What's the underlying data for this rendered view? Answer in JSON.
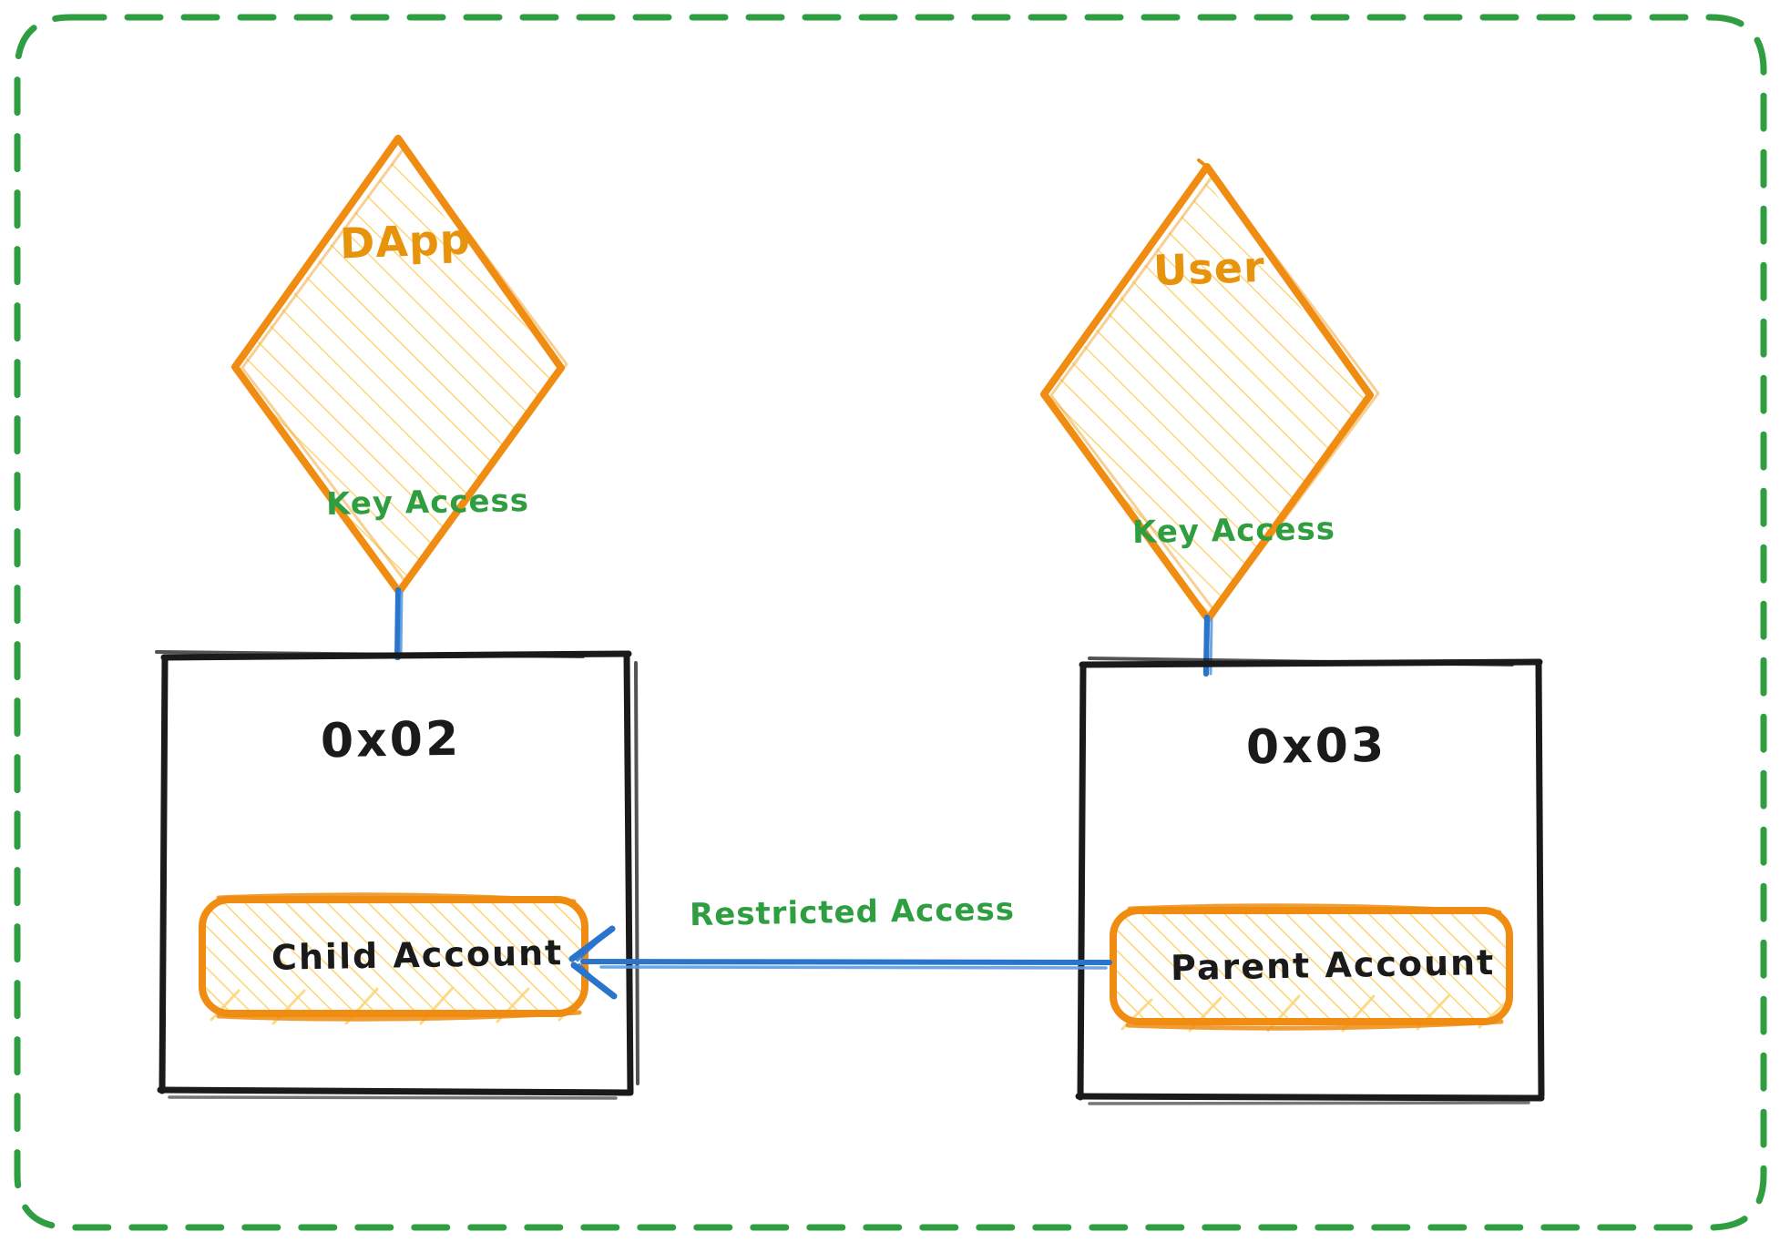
{
  "diagram": {
    "title": "Child Account Restricted Access Diagram",
    "type": "flowchart",
    "background": "#ffffff",
    "boundary": {
      "name": "outer-dashed-boundary",
      "style": "dashed rounded rectangle",
      "color": "#2f9e41"
    },
    "colors": {
      "orange_stroke": "#ef8c11",
      "orange_text": "#e8930c",
      "yellow_hatch": "#fcd77a",
      "green": "#2f9e41",
      "blue": "#2a74cc",
      "black": "#1a1a1a"
    },
    "nodes": [
      {
        "id": "dapp",
        "label": "DApp",
        "shape": "diamond",
        "fill": "hatch-yellow",
        "stroke": "orange"
      },
      {
        "id": "user",
        "label": "User",
        "shape": "diamond",
        "fill": "hatch-yellow",
        "stroke": "orange"
      },
      {
        "id": "acct02",
        "label": "0x02",
        "shape": "rectangle",
        "fill": "none",
        "stroke": "black"
      },
      {
        "id": "acct03",
        "label": "0x03",
        "shape": "rectangle",
        "fill": "none",
        "stroke": "black"
      },
      {
        "id": "child",
        "label": "Child Account",
        "shape": "rounded-rectangle",
        "fill": "hatch-yellow",
        "stroke": "orange"
      },
      {
        "id": "parent",
        "label": "Parent Account",
        "shape": "rounded-rectangle",
        "fill": "hatch-yellow",
        "stroke": "orange"
      }
    ],
    "edges": [
      {
        "id": "e1",
        "from": "dapp",
        "to": "acct02",
        "label": "Key Access",
        "color": "blue",
        "arrow": false
      },
      {
        "id": "e2",
        "from": "user",
        "to": "acct03",
        "label": "Key Access",
        "color": "blue",
        "arrow": false
      },
      {
        "id": "e3",
        "from": "parent",
        "to": "child",
        "label": "Restricted Access",
        "color": "blue",
        "arrow": true
      }
    ]
  },
  "labels": {
    "dapp": "DApp",
    "user": "User",
    "addr_left": "0x02",
    "addr_right": "0x03",
    "child_account": "Child Account",
    "parent_account": "Parent Account",
    "key_access_left": "Key Access",
    "key_access_right": "Key Access",
    "restricted_access": "Restricted Access"
  }
}
